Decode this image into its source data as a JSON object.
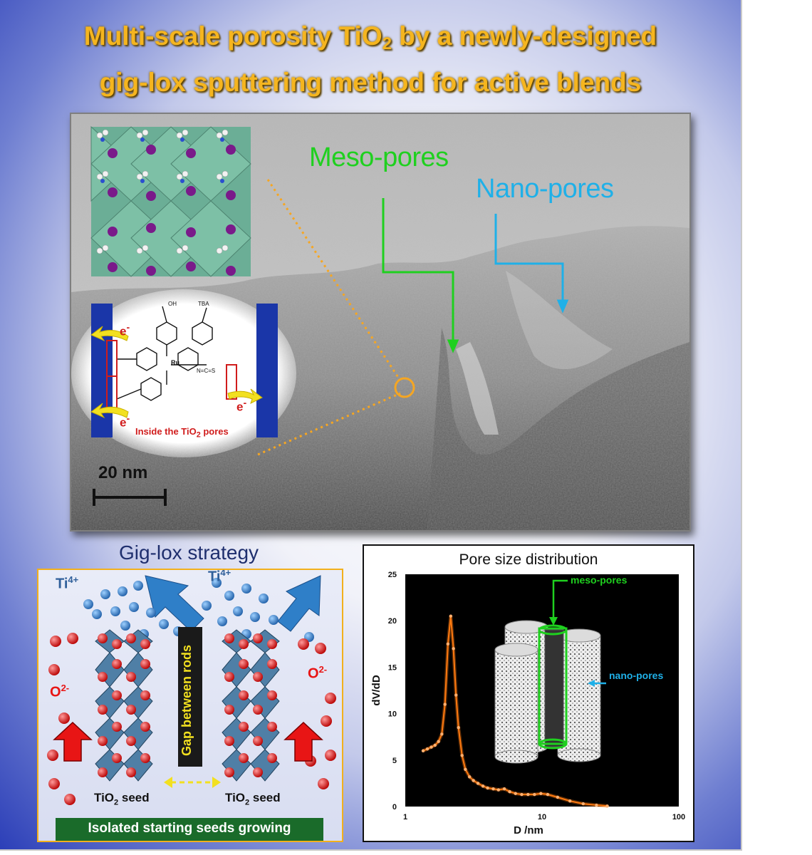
{
  "title": {
    "line1_pre": "Multi-scale porosity TiO",
    "line1_sub": "2",
    "line1_post": " by a newly-designed",
    "line2": "gig-lox sputtering method for active blends"
  },
  "tem": {
    "meso_label": "Meso-pores",
    "nano_label": "Nano-pores",
    "scale_bar": "20 nm",
    "inset_electron": "e",
    "inset_electron_sup": "-",
    "inset_caption_pre": "Inside the TiO",
    "inset_caption_sub": "2",
    "inset_caption_post": " pores",
    "dye_ru": "Ru",
    "dye_tba": "TBA",
    "dye_ncs": "N=C=S",
    "dye_oh": "OH"
  },
  "gig": {
    "title": "Gig-lox strategy",
    "ti_ion": "Ti",
    "ti_charge": "4+",
    "o_ion": "O",
    "o_charge": "2-",
    "gap_label": "Gap between rods",
    "seed_pre": "TiO",
    "seed_sub": "2",
    "seed_post": " seed",
    "footer": "Isolated starting seeds growing"
  },
  "colors": {
    "title": "#f5b51f",
    "meso": "#1fd01f",
    "nano": "#1fb0e8",
    "orange_line": "#ff7a10",
    "ti": "#2f7fc8",
    "o": "#e81515",
    "frame": "#f2b01c"
  },
  "chart_data": {
    "type": "line",
    "title": "Pore size distribution",
    "xlabel": "D /nm",
    "ylabel": "dV/dD",
    "xscale": "log",
    "xlim": [
      1,
      100
    ],
    "ylim": [
      0,
      25
    ],
    "xticks": [
      1,
      10,
      100
    ],
    "yticks": [
      0,
      5,
      10,
      15,
      20,
      25
    ],
    "grid": false,
    "annotations": [
      "meso-pores",
      "nano-pores"
    ],
    "series": [
      {
        "x": [
          1.35,
          1.45,
          1.55,
          1.65,
          1.75,
          1.85,
          1.95,
          2.05,
          2.15,
          2.25,
          2.35,
          2.45,
          2.6,
          2.75,
          2.95,
          3.15,
          3.4,
          3.7,
          4.0,
          4.4,
          4.8,
          5.3,
          5.8,
          6.4,
          7.1,
          7.9,
          8.8,
          9.8,
          11,
          13,
          16,
          20,
          25,
          30
        ],
        "y": [
          6.0,
          6.2,
          6.4,
          6.6,
          7.0,
          7.8,
          11.0,
          17.5,
          20.5,
          17.0,
          12.0,
          8.5,
          5.5,
          4.0,
          3.2,
          2.8,
          2.5,
          2.2,
          2.0,
          1.9,
          1.8,
          1.9,
          1.6,
          1.4,
          1.3,
          1.3,
          1.3,
          1.4,
          1.3,
          1.0,
          0.6,
          0.3,
          0.15,
          0.05
        ]
      }
    ]
  }
}
